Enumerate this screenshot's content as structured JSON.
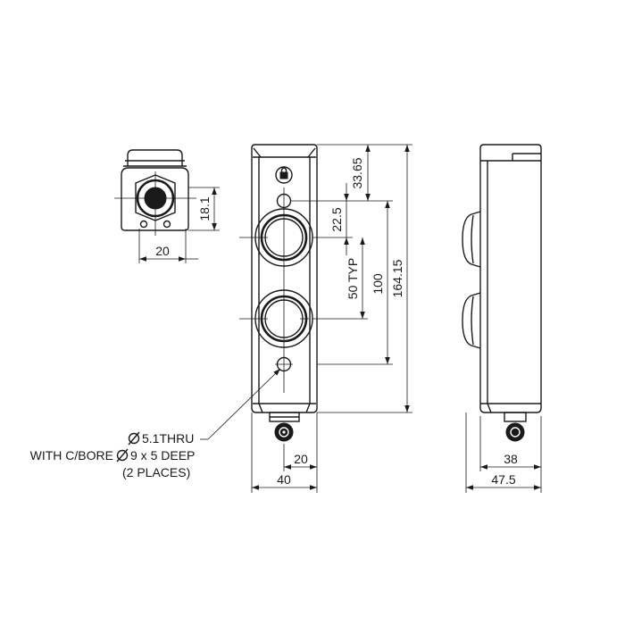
{
  "dimensions": {
    "top_width": "20",
    "top_height": "18.1",
    "screw_spacing": "22.5",
    "top_offset": "33.65",
    "button_pitch": "50 TYP",
    "mount_spacing": "100",
    "overall_length": "164.15",
    "front_center": "20",
    "front_width": "40",
    "side_depth": "38",
    "side_overall": "47.5"
  },
  "note": {
    "line1": "5.1THRU",
    "line2_prefix": "WITH C/BORE",
    "line2_suffix": "9 x 5 DEEP",
    "line3": "(2 PLACES)"
  }
}
